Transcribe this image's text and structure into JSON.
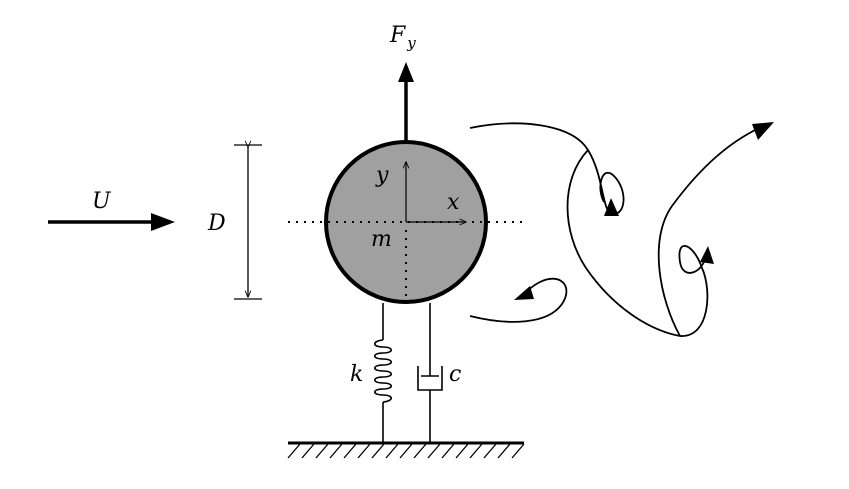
{
  "labels": {
    "force": "F",
    "force_sub": "y",
    "velocity": "U",
    "diameter": "D",
    "y_axis": "y",
    "x_axis": "x",
    "mass": "m",
    "stiffness": "k",
    "damping": "c"
  },
  "colors": {
    "cylinder_fill": "#a0a0a0",
    "stroke": "#000000",
    "background": "#ffffff"
  }
}
